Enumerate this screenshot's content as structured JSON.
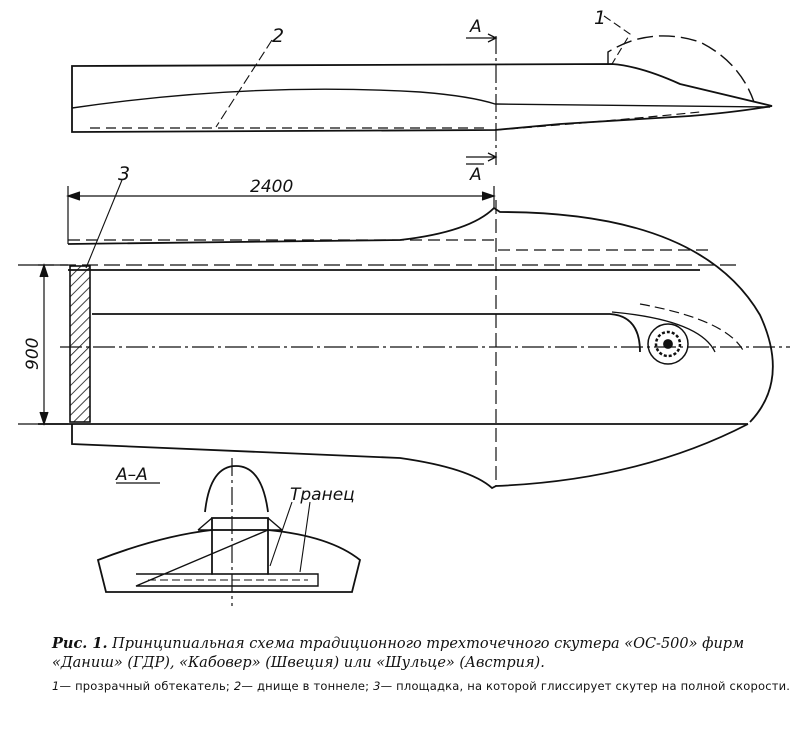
{
  "drawing": {
    "labels": {
      "callout_1": "1",
      "callout_2": "2",
      "callout_3": "3",
      "section_mark_top": "A",
      "section_mark_bottom": "A",
      "dimension_length": "2400",
      "dimension_width": "900",
      "section_title": "A–A",
      "transom_label": "Транец"
    }
  },
  "caption": {
    "figure_label": "Рис. 1.",
    "title": "Принципиальная схема традиционного трехточечного скутера «ОС-500» фирм «Даниш» (ГДР), «Кабовер» (Швеция) или «Шульце» (Австрия).",
    "legend": [
      {
        "num": "1",
        "text": "— прозрачный обтекатель;"
      },
      {
        "num": "2",
        "text": "— днище в тоннеле;"
      },
      {
        "num": "3",
        "text": "— площадка, на которой глиссирует скутер на полной скорости."
      }
    ]
  }
}
